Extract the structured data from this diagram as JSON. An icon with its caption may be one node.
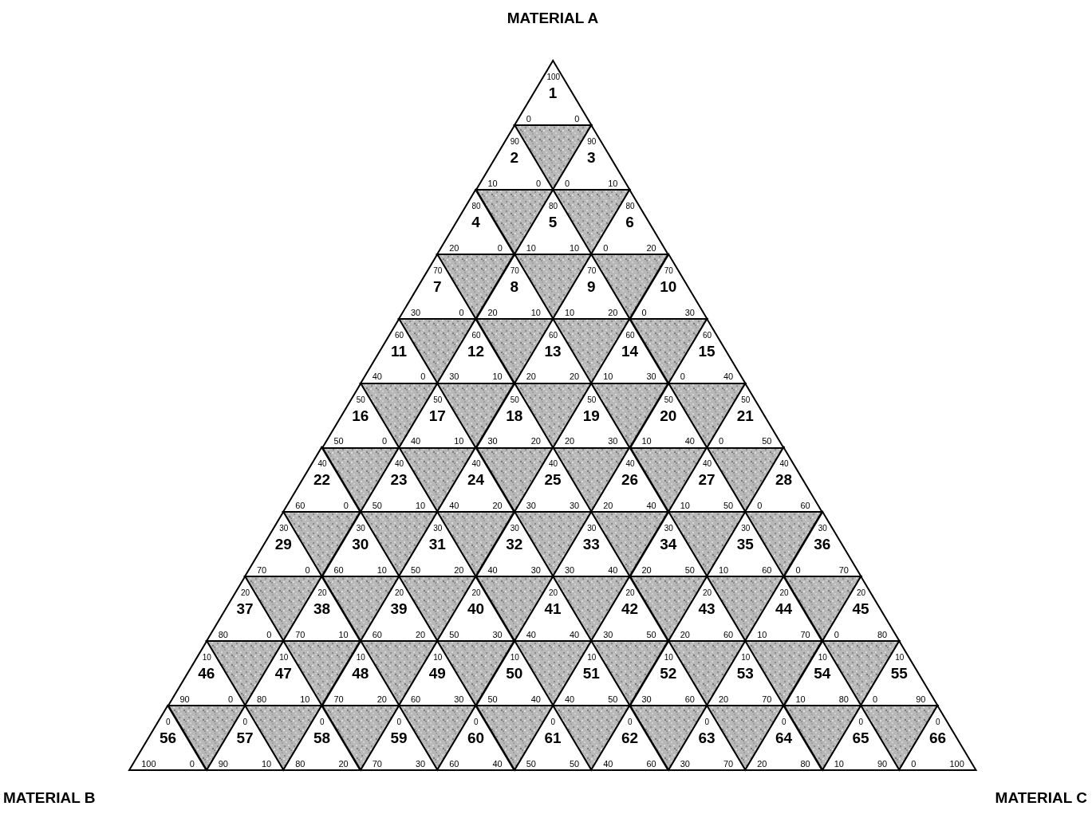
{
  "diagram": {
    "nodes": [
      {
        "text": [
          "100",
          "1",
          "0",
          "0"
        ]
      },
      {
        "text": [
          "90",
          "2",
          "10",
          "0"
        ]
      },
      {
        "text": [
          "90",
          "3",
          "0",
          "10"
        ]
      },
      {
        "text": [
          "80",
          "4",
          "20",
          "0"
        ]
      },
      {
        "text": [
          "80",
          "5",
          "10",
          "10"
        ]
      },
      {
        "text": [
          "80",
          "6",
          "0",
          "20"
        ]
      },
      {
        "text": [
          "70",
          "7",
          "30",
          "0"
        ]
      },
      {
        "text": [
          "70",
          "8",
          "20",
          "10"
        ]
      },
      {
        "text": [
          "70",
          "9",
          "10",
          "20"
        ]
      },
      {
        "text": [
          "70",
          "10",
          "0",
          "30"
        ]
      },
      {
        "text": [
          "60",
          "11",
          "40",
          "0"
        ]
      },
      {
        "text": [
          "60",
          "12",
          "30",
          "10"
        ]
      },
      {
        "text": [
          "60",
          "13",
          "20",
          "20"
        ]
      },
      {
        "text": [
          "60",
          "14",
          "10",
          "30"
        ]
      },
      {
        "text": [
          "60",
          "15",
          "0",
          "40"
        ]
      },
      {
        "text": [
          "50",
          "16",
          "50",
          "0"
        ]
      },
      {
        "text": [
          "50",
          "17",
          "40",
          "10"
        ]
      },
      {
        "text": [
          "50",
          "18",
          "30",
          "20"
        ]
      },
      {
        "text": [
          "50",
          "19",
          "20",
          "30"
        ]
      },
      {
        "text": [
          "50",
          "20",
          "10",
          "40"
        ]
      },
      {
        "text": [
          "50",
          "21",
          "0",
          "50"
        ]
      },
      {
        "text": [
          "40",
          "22",
          "60",
          "0"
        ]
      },
      {
        "text": [
          "40",
          "23",
          "50",
          "10"
        ]
      },
      {
        "text": [
          "40",
          "24",
          "40",
          "20"
        ]
      },
      {
        "text": [
          "40",
          "25",
          "30",
          "30"
        ]
      },
      {
        "text": [
          "40",
          "26",
          "20",
          "40"
        ]
      },
      {
        "text": [
          "40",
          "27",
          "10",
          "50"
        ]
      },
      {
        "text": [
          "40",
          "28",
          "0",
          "60"
        ]
      },
      {
        "text": [
          "30",
          "29",
          "70",
          "0"
        ]
      },
      {
        "text": [
          "30",
          "30",
          "60",
          "10"
        ]
      },
      {
        "text": [
          "30",
          "31",
          "50",
          "20"
        ]
      },
      {
        "text": [
          "30",
          "32",
          "40",
          "30"
        ]
      },
      {
        "text": [
          "30",
          "33",
          "30",
          "40"
        ]
      },
      {
        "text": [
          "30",
          "34",
          "20",
          "50"
        ]
      },
      {
        "text": [
          "30",
          "35",
          "10",
          "60"
        ]
      },
      {
        "text": [
          "30",
          "36",
          "0",
          "70"
        ]
      },
      {
        "text": [
          "20",
          "37",
          "80",
          "0"
        ]
      },
      {
        "text": [
          "20",
          "38",
          "70",
          "10"
        ]
      },
      {
        "text": [
          "20",
          "39",
          "60",
          "20"
        ]
      },
      {
        "text": [
          "20",
          "40",
          "50",
          "30"
        ]
      },
      {
        "text": [
          "20",
          "41",
          "40",
          "40"
        ]
      },
      {
        "text": [
          "20",
          "42",
          "30",
          "50"
        ]
      },
      {
        "text": [
          "20",
          "43",
          "20",
          "60"
        ]
      },
      {
        "text": [
          "20",
          "44",
          "10",
          "70"
        ]
      },
      {
        "text": [
          "20",
          "45",
          "0",
          "80"
        ]
      },
      {
        "text": [
          "10",
          "46",
          "90",
          "0"
        ]
      },
      {
        "text": [
          "10",
          "47",
          "80",
          "10"
        ]
      },
      {
        "text": [
          "10",
          "48",
          "70",
          "20"
        ]
      },
      {
        "text": [
          "10",
          "49",
          "60",
          "30"
        ]
      },
      {
        "text": [
          "10",
          "50",
          "50",
          "40"
        ]
      },
      {
        "text": [
          "10",
          "51",
          "40",
          "50"
        ]
      },
      {
        "text": [
          "10",
          "52",
          "30",
          "60"
        ]
      },
      {
        "text": [
          "10",
          "53",
          "20",
          "70"
        ]
      },
      {
        "text": [
          "10",
          "54",
          "10",
          "80"
        ]
      },
      {
        "text": [
          "10",
          "55",
          "0",
          "90"
        ]
      },
      {
        "text": [
          "0",
          "56",
          "100",
          "0"
        ]
      },
      {
        "text": [
          "0",
          "57",
          "90",
          "10"
        ]
      },
      {
        "text": [
          "0",
          "58",
          "80",
          "20"
        ]
      },
      {
        "text": [
          "0",
          "59",
          "70",
          "30"
        ]
      },
      {
        "text": [
          "0",
          "60",
          "60",
          "40"
        ]
      },
      {
        "text": [
          "0",
          "61",
          "50",
          "50"
        ]
      },
      {
        "text": [
          "0",
          "62",
          "40",
          "60"
        ]
      },
      {
        "text": [
          "0",
          "63",
          "30",
          "70"
        ]
      },
      {
        "text": [
          "0",
          "64",
          "20",
          "80"
        ]
      },
      {
        "text": [
          "0",
          "65",
          "10",
          "90"
        ]
      },
      {
        "text": [
          "0",
          "66",
          "0",
          "100"
        ]
      },
      {
        "text": [],
        "shape": "triangle"
      },
      {
        "text": [],
        "shape": "triangle"
      },
      {
        "text": [],
        "shape": "triangle"
      },
      {
        "text": [],
        "shape": "triangle"
      },
      {
        "text": [],
        "shape": "triangle"
      },
      {
        "text": [],
        "shape": "triangle"
      },
      {
        "text": [],
        "shape": "triangle"
      },
      {
        "text": [],
        "shape": "triangle"
      },
      {
        "text": [],
        "shape": "triangle"
      },
      {
        "text": [],
        "shape": "triangle"
      },
      {
        "text": [],
        "shape": "triangle"
      },
      {
        "text": [],
        "shape": "triangle"
      },
      {
        "text": [],
        "shape": "triangle"
      },
      {
        "text": [],
        "shape": "triangle"
      },
      {
        "text": [],
        "shape": "triangle"
      },
      {
        "text": [],
        "shape": "triangle"
      },
      {
        "text": [],
        "shape": "triangle"
      },
      {
        "text": [],
        "shape": "triangle"
      },
      {
        "text": [],
        "shape": "triangle"
      },
      {
        "text": [],
        "shape": "triangle"
      },
      {
        "text": [],
        "shape": "triangle"
      },
      {
        "text": [],
        "shape": "triangle"
      },
      {
        "text": [],
        "shape": "triangle"
      },
      {
        "text": [],
        "shape": "triangle"
      },
      {
        "text": [],
        "shape": "triangle"
      },
      {
        "text": [],
        "shape": "triangle"
      },
      {
        "text": [],
        "shape": "triangle"
      },
      {
        "text": [],
        "shape": "triangle"
      },
      {
        "text": [],
        "shape": "triangle"
      },
      {
        "text": [],
        "shape": "triangle"
      },
      {
        "text": [],
        "shape": "triangle"
      },
      {
        "text": [],
        "shape": "triangle"
      },
      {
        "text": [],
        "shape": "triangle"
      },
      {
        "text": [],
        "shape": "triangle"
      },
      {
        "text": [],
        "shape": "triangle"
      },
      {
        "text": [],
        "shape": "triangle"
      },
      {
        "text": [],
        "shape": "triangle"
      },
      {
        "text": [],
        "shape": "triangle"
      },
      {
        "text": [],
        "shape": "triangle"
      },
      {
        "text": [],
        "shape": "triangle"
      },
      {
        "text": [],
        "shape": "triangle"
      },
      {
        "text": [],
        "shape": "triangle"
      },
      {
        "text": [],
        "shape": "triangle"
      },
      {
        "text": [],
        "shape": "triangle"
      },
      {
        "text": [],
        "shape": "triangle"
      },
      {
        "text": [],
        "shape": "triangle"
      },
      {
        "text": [],
        "shape": "triangle"
      },
      {
        "text": [],
        "shape": "triangle"
      },
      {
        "text": [],
        "shape": "triangle"
      },
      {
        "text": [],
        "shape": "triangle"
      },
      {
        "text": [],
        "shape": "triangle"
      },
      {
        "text": [],
        "shape": "triangle"
      },
      {
        "text": [],
        "shape": "triangle"
      },
      {
        "text": [],
        "shape": "triangle"
      },
      {
        "text": [],
        "shape": "triangle"
      }
    ],
    "labels": [
      "MATERIAL A",
      "MATERIAL B",
      "MATERIAL C"
    ]
  }
}
